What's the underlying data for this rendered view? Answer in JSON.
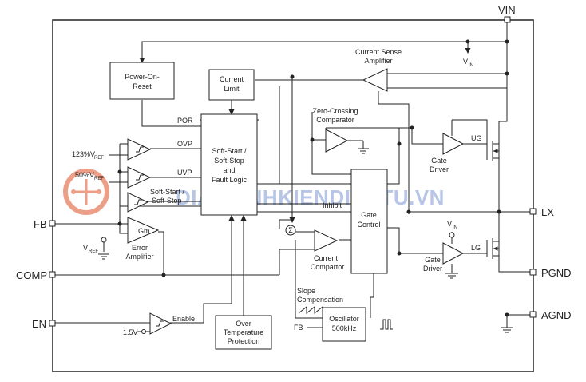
{
  "pins": {
    "vin": "VIN",
    "lx": "LX",
    "pgnd": "PGND",
    "agnd": "AGND",
    "fb": "FB",
    "comp": "COMP",
    "en": "EN"
  },
  "blocks": {
    "power_on_reset": [
      "Power-On-",
      "Reset"
    ],
    "current_limit": [
      "Current",
      "Limit"
    ],
    "soft_start": [
      "Soft-Start /",
      "Soft-Stop",
      "and",
      "Fault Logic"
    ],
    "gate_control": [
      "Gate",
      "Control"
    ],
    "over_temp": [
      "Over",
      "Temperature",
      "Protection"
    ],
    "oscillator": [
      "Oscillator",
      "500kHz"
    ]
  },
  "labels": {
    "current_sense_amp": [
      "Current Sense",
      "Amplifier"
    ],
    "zero_crossing": [
      "Zero-Crossing",
      "Comparator"
    ],
    "gate_driver_ug": [
      "Gate",
      "Driver"
    ],
    "gate_driver_lg": [
      "Gate",
      "Driver"
    ],
    "ug": "UG",
    "lg": "LG",
    "vin_main": "V",
    "vin_main_sub": "IN",
    "vin_lg": "V",
    "vin_lg_sub": "IN",
    "por": "POR",
    "ovp": "OVP",
    "uvp": "UVP",
    "softstart_signal": [
      "Soft-Start /",
      "Soft-Stop"
    ],
    "inhibit": "Inhibit",
    "vref_123": "123%V",
    "vref_50": "50%V",
    "vref_gm": "V",
    "ref_sub": "REF",
    "gm": "Gm",
    "error_amp": [
      "Error",
      "Amplifier"
    ],
    "current_comparator": [
      "Current",
      "Compartor"
    ],
    "slope_comp": [
      "Slope",
      "Compensation"
    ],
    "fb_osc": "FB",
    "enable": "Enable",
    "v15": "1.5V"
  },
  "watermark": "DIANLINHKIENDIENTU.VN"
}
